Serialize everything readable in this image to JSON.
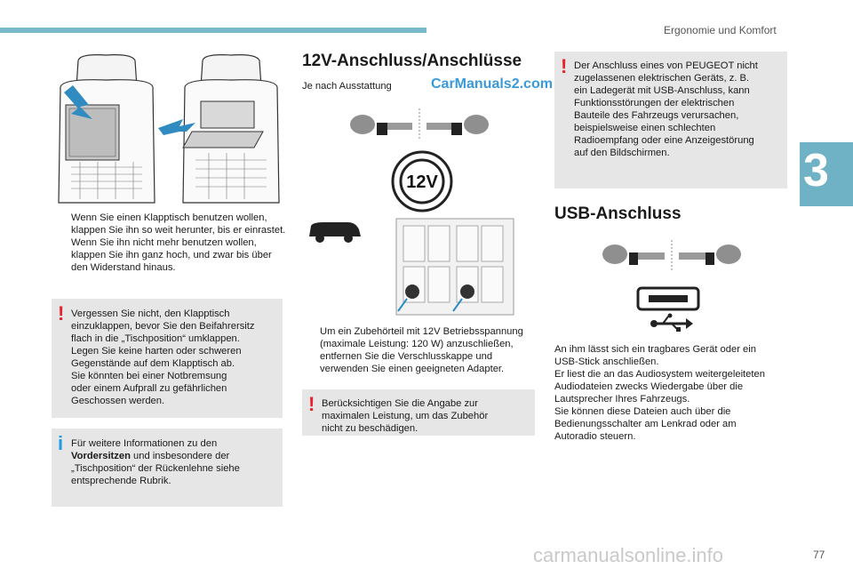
{
  "header": {
    "section_title": "Ergonomie und Komfort",
    "chapter_number": "3",
    "page_number": "77"
  },
  "watermarks": {
    "carmanuals": "CarManuals2.com",
    "bottom": "carmanualsonline.info"
  },
  "left": {
    "bullets": [
      "Wenn Sie einen Klapptisch benutzen wollen, klappen Sie ihn so weit herunter, bis er einrastet.",
      "Wenn Sie ihn nicht mehr benutzen wollen, klappen Sie ihn ganz hoch, und zwar bis über den Widerstand hinaus."
    ],
    "bullet_marker": "",
    "warning_box": {
      "symbol": "!",
      "lines": [
        "Vergessen Sie nicht, den Klapptisch",
        "einzuklappen, bevor Sie den Beifahrersitz",
        "flach in die „Tischposition“ umklappen.",
        "Legen Sie keine harten oder schweren",
        "Gegenstände auf dem Klapptisch ab.",
        "Sie könnten bei einer Notbremsung",
        "oder einem Aufprall zu gefährlichen",
        "Geschossen werden."
      ]
    },
    "info_box": {
      "symbol": "i",
      "line1": "Für weitere Informationen zu den",
      "line2_bold": "Vordersitzen",
      "line2_rest": " und insbesondere der",
      "line3": "„Tischposition“ der Rückenlehne siehe",
      "line4": "entsprechende Rubrik."
    }
  },
  "middle": {
    "title": "12V-Anschluss/Anschlüsse",
    "subtitle": "Je nach Ausstattung",
    "socket_label": "12V",
    "bullet": "Um ein Zubehörteil mit 12V Betriebsspannung (maximale Leistung: 120 W) anzuschließen, entfernen Sie die Verschlusskappe und verwenden Sie einen geeigneten Adapter.",
    "warning_box": {
      "symbol": "!",
      "lines": [
        "Berücksichtigen Sie die Angabe zur",
        "maximalen Leistung, um das Zubehör",
        "nicht zu beschädigen."
      ]
    }
  },
  "right": {
    "warning_box": {
      "symbol": "!",
      "lines": [
        "Der Anschluss eines von PEUGEOT nicht",
        "zugelassenen elektrischen Geräts, z. B.",
        "ein Ladegerät mit USB-Anschluss, kann",
        "Funktionsstörungen der elektrischen",
        "Bauteile des Fahrzeugs verursachen,",
        "beispielsweise einen schlechten",
        "Radioempfang oder eine Anzeigestörung",
        "auf den Bildschirmen."
      ]
    },
    "title": "USB-Anschluss",
    "body_lines": [
      "An ihm lässt sich ein tragbares Gerät oder ein",
      "USB-Stick anschließen.",
      "Er liest die an das Audiosystem weitergeleiteten",
      "Audiodateien zwecks Wiedergabe über die",
      "Lautsprecher Ihres Fahrzeugs.",
      "Sie können diese Dateien auch über die",
      "Bedienungsschalter am Lenkrad oder am",
      "Autoradio steuern."
    ]
  },
  "colors": {
    "accent": "#7ab8cc",
    "warning": "#e8212c",
    "info": "#1e9de2",
    "box_bg": "#e6e6e6"
  }
}
